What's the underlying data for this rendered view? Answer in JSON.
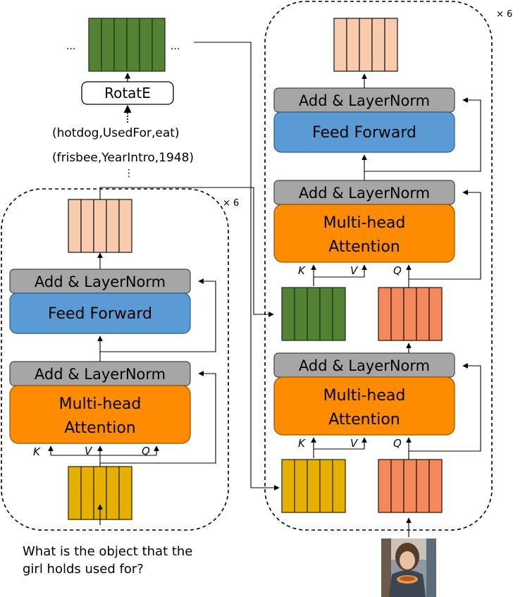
{
  "colors": {
    "green": "#548235",
    "peach": "#f8cbad",
    "gold": "#e6b000",
    "coral": "#f4895d",
    "gray": "#a6a6a6",
    "blue": "#5b9bd5",
    "orange": "#ff8c00"
  },
  "kg": {
    "ellipsis_left": "...",
    "ellipsis_right": "...",
    "model_label": "RotatE",
    "triple_1": "(hotdog,UsedFor,eat)",
    "triple_2": "(frisbee,YearIntro,1948)",
    "ellipsis_below": "⋮"
  },
  "left_block": {
    "repeat_label": "× 6",
    "add_norm_top": "Add & LayerNorm",
    "feed_forward": "Feed Forward",
    "add_norm_bottom": "Add & LayerNorm",
    "attention_line1": "Multi-head",
    "attention_line2": "Attention",
    "k_label": "K",
    "v_label": "V",
    "q_label": "Q"
  },
  "question": {
    "line1": "What is the object that the",
    "line2": "girl holds used for?"
  },
  "right_block": {
    "repeat_label": "× 6",
    "add_norm_top": "Add & LayerNorm",
    "feed_forward": "Feed Forward",
    "add_norm_mid": "Add & LayerNorm",
    "cross_attention_line1": "Multi-head",
    "cross_attention_line2": "Attention",
    "add_norm_low": "Add & LayerNorm",
    "self_attention_line1": "Multi-head",
    "self_attention_line2": "Attention",
    "upper_k_label": "K",
    "upper_v_label": "V",
    "upper_q_label": "Q",
    "lower_k_label": "K",
    "lower_v_label": "V",
    "lower_q_label": "Q"
  },
  "image_input": {
    "icon": "girl-photo-icon"
  }
}
